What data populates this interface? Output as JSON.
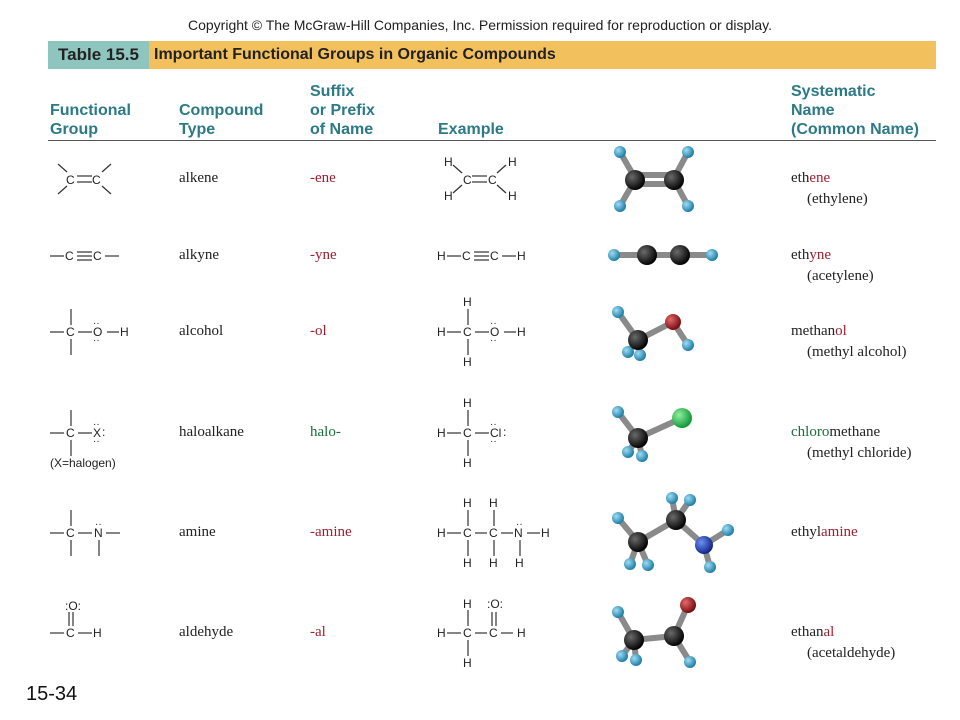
{
  "copyright": "Copyright © The McGraw-Hill Companies, Inc. Permission required for reproduction or display.",
  "table_number": "Table 15.5",
  "table_title": "Important Functional Groups in Organic Compounds",
  "headers": {
    "functional_group": [
      "Functional",
      "Group"
    ],
    "compound_type": [
      "Compound",
      "Type"
    ],
    "suffix": [
      "Suffix",
      "or Prefix",
      "of Name"
    ],
    "example": [
      "Example"
    ],
    "systematic": [
      "Systematic",
      "Name",
      "(Common Name)"
    ]
  },
  "rows": [
    {
      "type": "alkene",
      "suffix": "-ene",
      "name_pre": "eth",
      "name_hl": "ene",
      "name_post": "",
      "common": "(ethylene)"
    },
    {
      "type": "alkyne",
      "suffix": "-yne",
      "name_pre": "eth",
      "name_hl": "yne",
      "name_post": "",
      "common": "(acetylene)"
    },
    {
      "type": "alcohol",
      "suffix": "-ol",
      "name_pre": "methan",
      "name_hl": "ol",
      "name_post": "",
      "common": "(methyl alcohol)"
    },
    {
      "type": "haloalkane",
      "suffix": "halo-",
      "name_pre": "",
      "name_hl": "chloro",
      "name_post": "methane",
      "common": "(methyl chloride)",
      "fg_note": "(X=halogen)"
    },
    {
      "type": "amine",
      "suffix": "-amine",
      "name_pre": "ethyl",
      "name_hl": "amine",
      "name_post": "",
      "common": ""
    },
    {
      "type": "aldehyde",
      "suffix": "-al",
      "name_pre": "ethan",
      "name_hl": "al",
      "name_post": "",
      "common": "(acetaldehyde)"
    }
  ],
  "page_number": "15-34",
  "colors": {
    "header_teal": "#2b7a86",
    "title_bar": "#f3c05e",
    "table_label": "#8ec5bf",
    "suffix_red": "#a01f2e",
    "prefix_green": "#1b6e3c"
  }
}
